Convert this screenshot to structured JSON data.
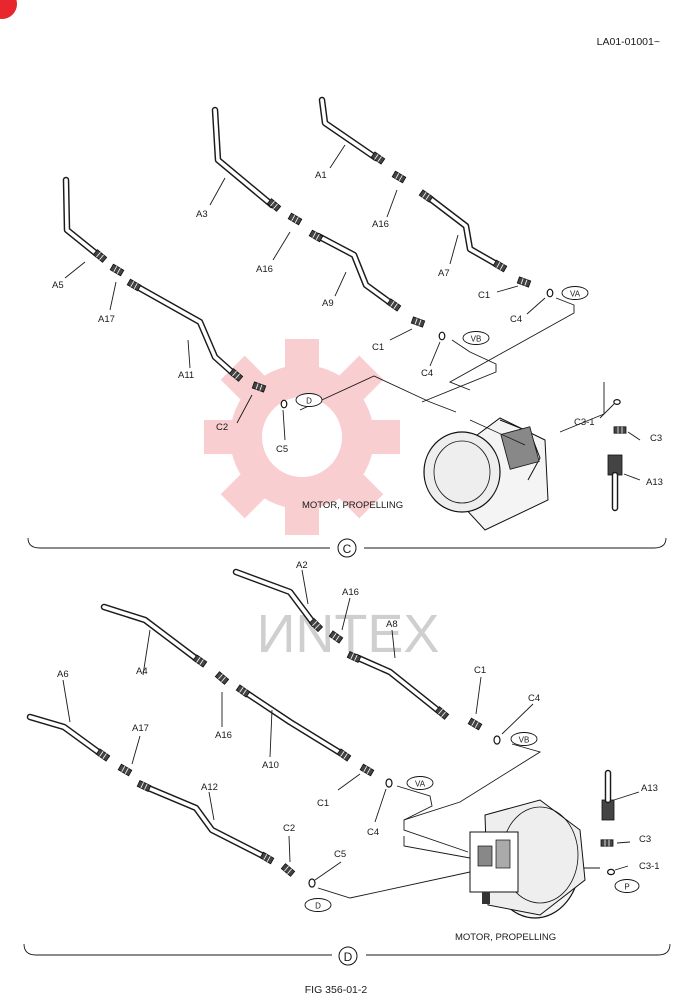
{
  "document": {
    "code": "LA01-01001~",
    "figure": "FIG 356-01-2",
    "watermark": "ИNTEX",
    "accent_color": "#e8262d"
  },
  "section_c": {
    "letter": "C",
    "caption": "MOTOR, PROPELLING",
    "labels": [
      "A1",
      "A3",
      "A5",
      "A7",
      "A9",
      "A11",
      "A13",
      "A16",
      "A16",
      "A17",
      "C1",
      "C1",
      "C2",
      "C3",
      "C3-1",
      "C4",
      "C4",
      "C5"
    ],
    "tags": [
      "VA",
      "VB",
      "D"
    ]
  },
  "section_d": {
    "letter": "D",
    "caption": "MOTOR, PROPELLING",
    "labels": [
      "A2",
      "A4",
      "A6",
      "A8",
      "A10",
      "A12",
      "A13",
      "A16",
      "A16",
      "A17",
      "C1",
      "C1",
      "C2",
      "C3",
      "C3-1",
      "C4",
      "C4",
      "C5"
    ],
    "tags": [
      "VB",
      "VA",
      "D",
      "P"
    ]
  }
}
